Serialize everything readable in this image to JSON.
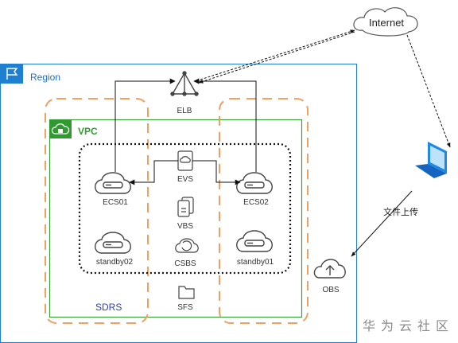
{
  "region": {
    "label": "Region"
  },
  "vpc": {
    "label": "VPC"
  },
  "sdrs": {
    "label": "SDRS"
  },
  "internet": {
    "label": "Internet"
  },
  "upload": {
    "label": "文件上传"
  },
  "watermark": "华为云社区",
  "nodes": {
    "elb": "ELB",
    "ecs01": "ECS01",
    "ecs02": "ECS02",
    "evs": "EVS",
    "vbs": "VBS",
    "csbs": "CSBS",
    "standby02": "standby02",
    "standby01": "standby01",
    "sfs": "SFS",
    "obs": "OBS"
  },
  "colors": {
    "region_border": "#1f7fd0",
    "vpc_border": "#3aa13a",
    "sdrs_dash": "#f0a060",
    "laptop": "#1e88e5",
    "icon_stroke": "#444444"
  }
}
